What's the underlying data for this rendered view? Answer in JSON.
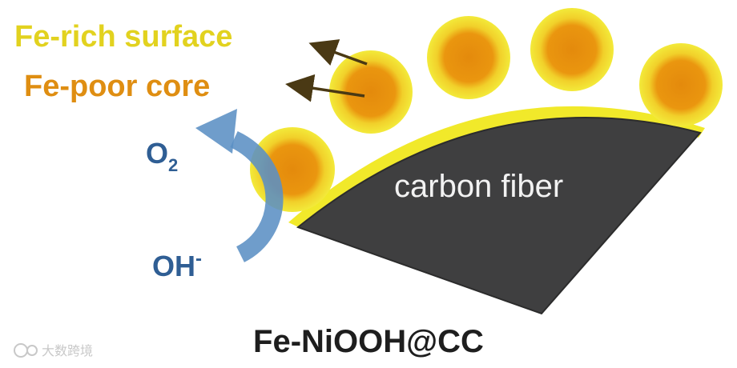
{
  "labels": {
    "fe_rich_surface": "Fe-rich surface",
    "fe_poor_core": "Fe-poor core",
    "o2_base": "O",
    "o2_sub": "2",
    "oh_base": "OH",
    "oh_sup": "-",
    "carbon_fiber": "carbon fiber",
    "material_name": "Fe-NiOOH@CC"
  },
  "watermark": "大数跨境",
  "colors": {
    "shell_yellow": "#f1e92a",
    "core_orange": "#e8900e",
    "fiber_dark": "#3f3f40",
    "arrow_blue": "#5b8fc4",
    "label_yellow": "#e2d21f",
    "label_orange": "#df8e12",
    "label_blue": "#2f5e94",
    "pointer_brown": "#4a3914"
  }
}
